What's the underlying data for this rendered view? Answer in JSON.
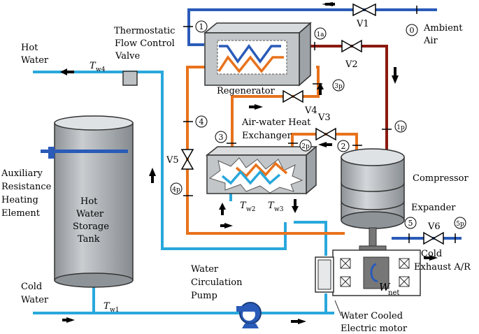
{
  "labels": {
    "hot_water": [
      "Hot",
      "Water"
    ],
    "tw4": "T",
    "tw4_sub": "w4",
    "thermostatic": [
      "Thermostatic",
      "Flow Control",
      "Valve"
    ],
    "ambient": [
      "Ambient",
      "Air"
    ],
    "v1": "V1",
    "v2": "V2",
    "v3": "V3",
    "v4": "V4",
    "v5": "V5",
    "v6": "V6",
    "regenerator": "Regenerator",
    "air_water_hx": [
      "Air-water  Heat",
      "Exchanger"
    ],
    "compressor": "Compressor",
    "expander": "Expander",
    "cold_exhaust": [
      "Cold",
      "Exhaust A/R"
    ],
    "auxiliary": [
      "Auxiliary",
      "Resistance",
      "Heating",
      "Element"
    ],
    "tank": [
      "Hot",
      "Water",
      "Storage",
      "Tank"
    ],
    "tw2": "T",
    "tw2_sub": "w2",
    "tw3": "T",
    "tw3_sub": "w3",
    "cold_water": [
      "Cold",
      "Water"
    ],
    "tw1": "T",
    "tw1_sub": "w1",
    "pump": [
      "Water",
      "Circulation",
      "Pump"
    ],
    "motor": [
      "Water Cooled",
      "Electric motor"
    ],
    "wnet": "W",
    "wnet_sub": "net"
  },
  "state_points": {
    "p0": "0",
    "p1": "1",
    "p1a": "1a",
    "p1p": "1p",
    "p2": "2",
    "p2p": "2p",
    "p3": "3",
    "p3p": "3p",
    "p4": "4",
    "p4p": "4p",
    "p5": "5",
    "p5p": "5p"
  },
  "colors": {
    "water": "#29a8dc",
    "hot_air": "#e8721c",
    "exhaust": "#8b1a10",
    "ambient_line": "#2a5bb8",
    "tank_fill": "#a9aeb2",
    "hx_fill": "#bfc3c6",
    "heater_blue": "#2a5bb8"
  }
}
